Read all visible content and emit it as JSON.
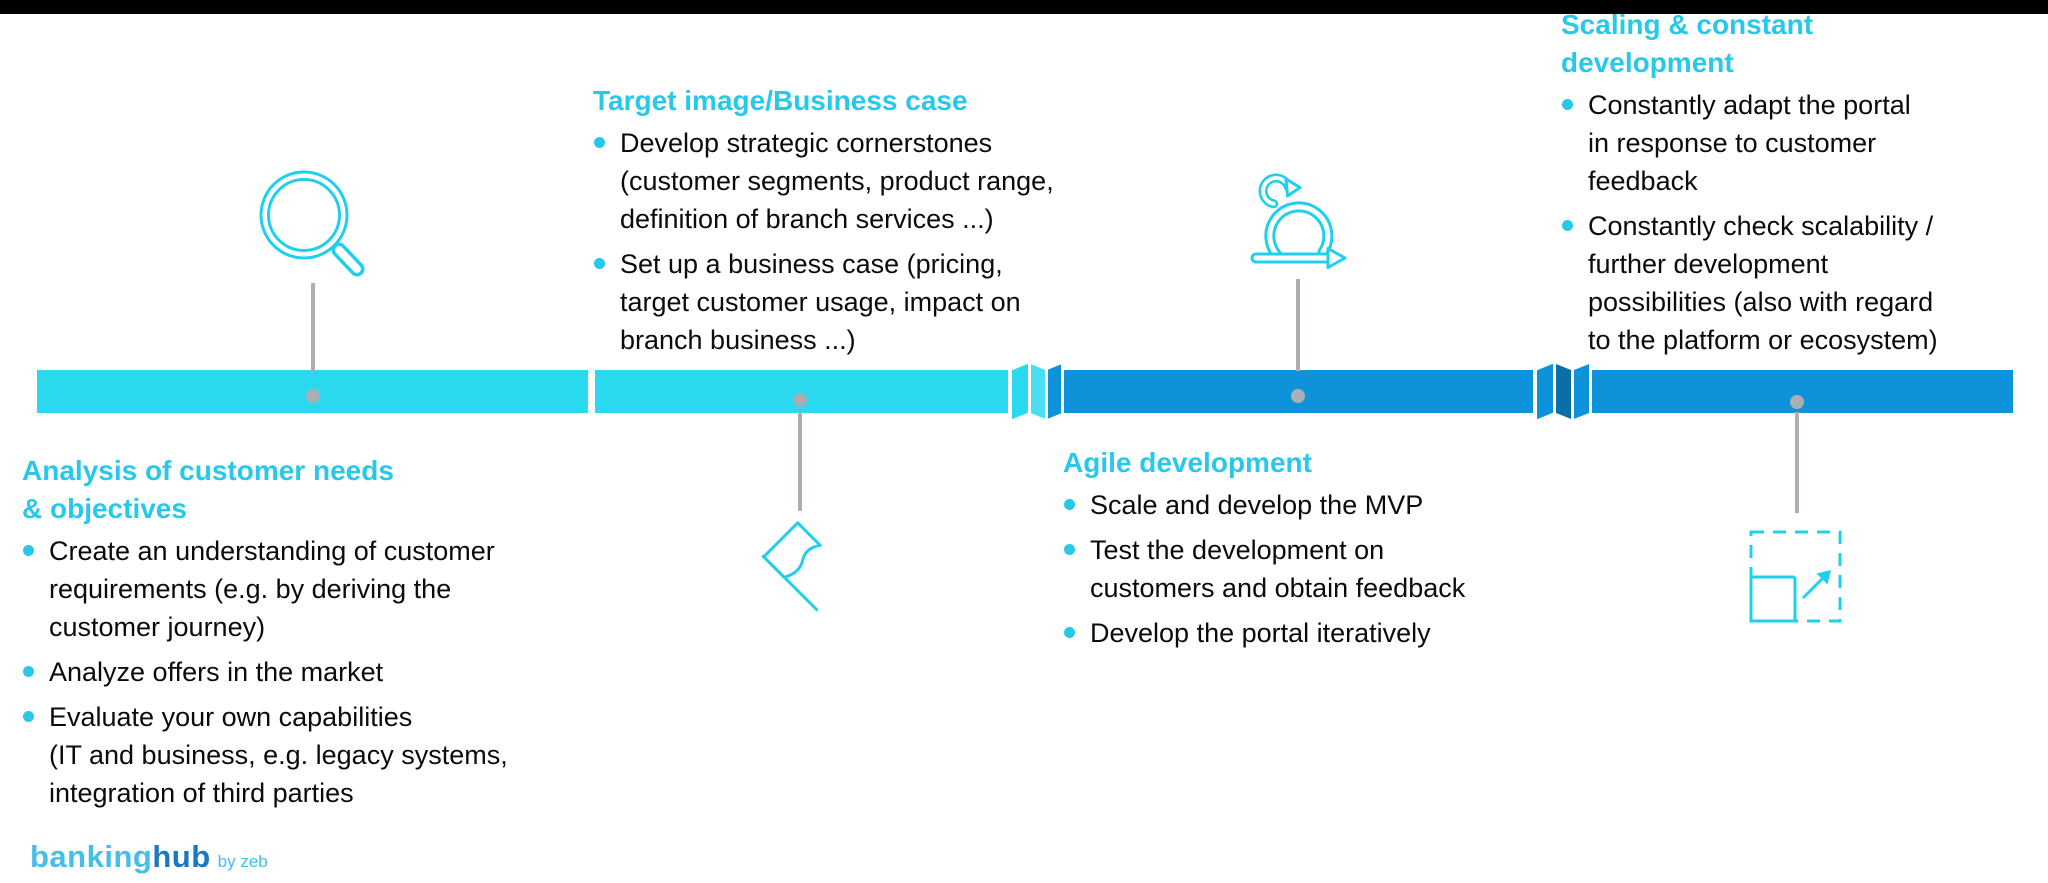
{
  "colors": {
    "top-bar": "#000000",
    "cyan-bar": "#2BD9EE",
    "cyan-strip": "#49DEF1",
    "blue-bar": "#0E93DA",
    "blue-dark": "#0A6FA9",
    "title": "#27C8E9",
    "icon": "#1FD0EC",
    "gray": "#A9AFB5",
    "ink": "#0B0B0B",
    "logo-light": "#44BFEA",
    "logo-dark": "#1A78BE"
  },
  "sections": [
    {
      "id": "analysis",
      "icon": "magnifier-icon",
      "title_lines": [
        "Analysis of customer needs",
        "& objectives"
      ],
      "bullets": [
        [
          "Create an understanding of customer",
          "requirements (e.g. by deriving the",
          "customer journey)"
        ],
        [
          "Analyze offers in the market"
        ],
        [
          "Evaluate your own capabilities",
          "(IT and business, e.g. legacy systems,",
          "integration of third parties"
        ]
      ]
    },
    {
      "id": "target-image",
      "icon": "flag-icon",
      "title_lines": [
        "Target image/Business case"
      ],
      "bullets": [
        [
          "Develop strategic cornerstones",
          "(customer segments, product range,",
          "definition of branch services ...)"
        ],
        [
          "Set up a business case (pricing,",
          "target customer usage, impact on",
          "branch business ...)"
        ]
      ]
    },
    {
      "id": "agile-development",
      "icon": "sprint-loop-icon",
      "title_lines": [
        "Agile development"
      ],
      "bullets": [
        [
          "Scale and develop the MVP"
        ],
        [
          "Test the development on",
          "customers and obtain feedback"
        ],
        [
          "Develop the portal iteratively"
        ]
      ]
    },
    {
      "id": "scaling",
      "icon": "scale-up-icon",
      "title_lines": [
        "Scaling & constant",
        "development"
      ],
      "bullets": [
        [
          "Constantly adapt the portal",
          "in response to customer",
          "feedback"
        ],
        [
          "Constantly check scalability /",
          "further development",
          "possibilities (also with regard",
          "to the platform or ecosystem)"
        ]
      ]
    }
  ],
  "logo": {
    "brand_light": "banking",
    "brand_dark": "hub",
    "byline": "by zeb"
  }
}
